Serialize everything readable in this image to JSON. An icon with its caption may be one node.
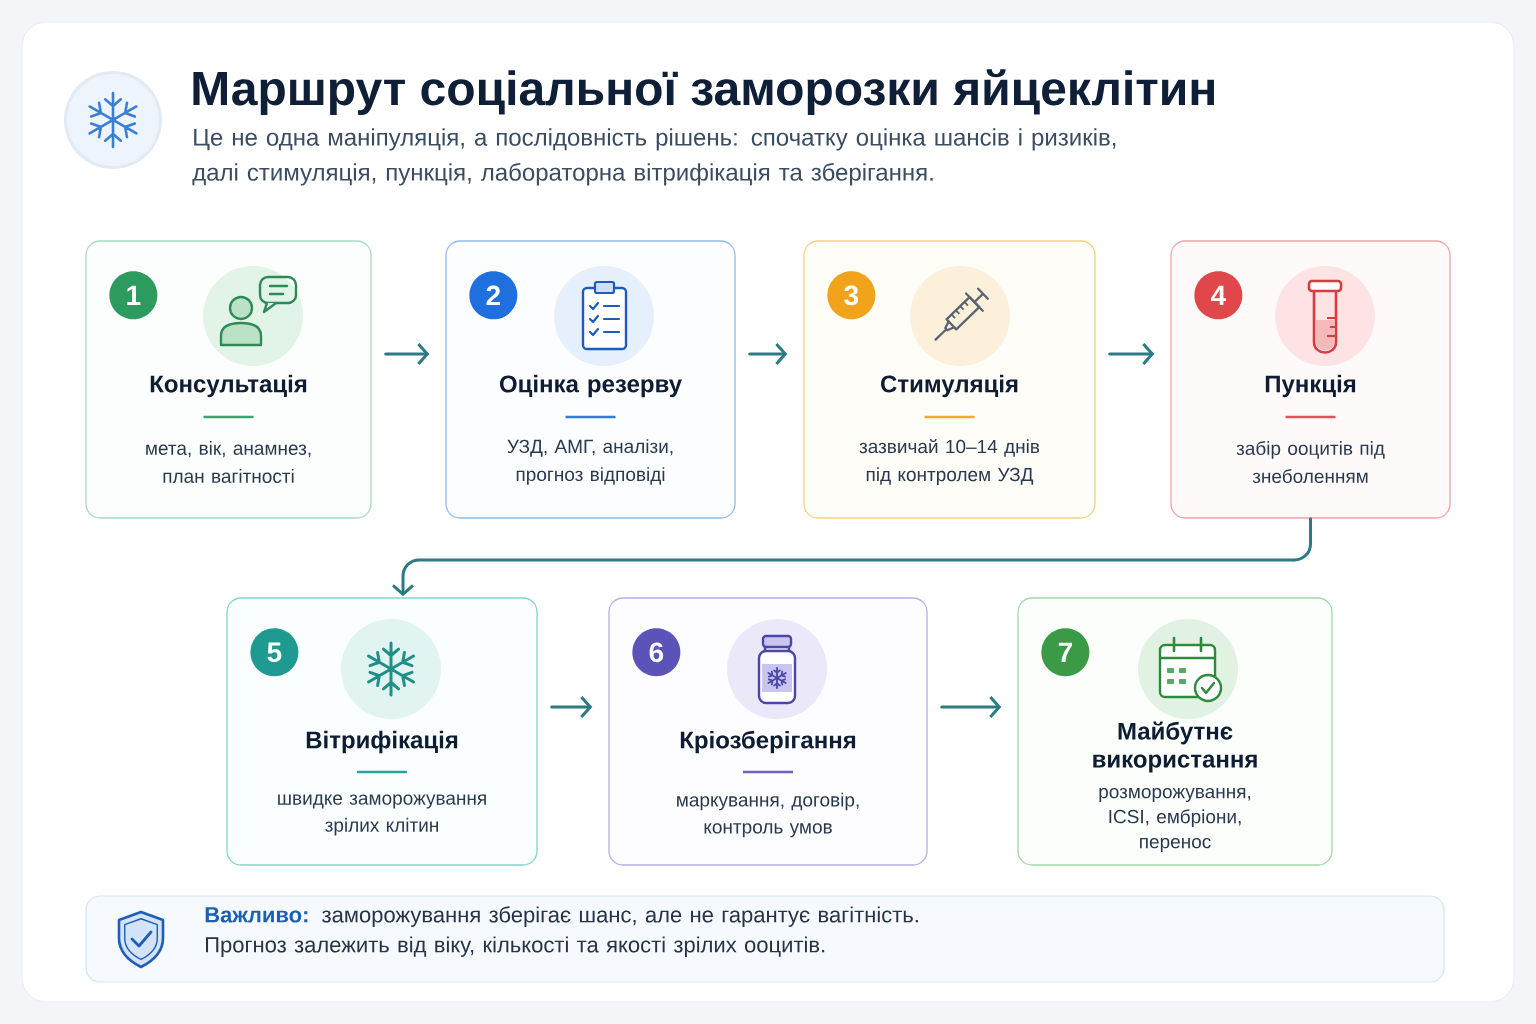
{
  "diagram": {
    "title": "Маршрут соціальної заморозки яйцеклітин",
    "nodes": [
      {
        "text": [
          "Консультація",
          "мета, вік, анамнез, план вагітності"
        ]
      },
      {
        "text": [
          "1"
        ],
        "in": 0
      },
      {
        "text": [
          "Оцінка резерву",
          "УЗД, АМГ, аналізи, прогноз відповіді"
        ]
      },
      {
        "text": [
          "2"
        ],
        "in": 2
      },
      {
        "text": [
          "Стимуляція",
          "зазвичай 10–14 днів під контролем УЗД"
        ]
      },
      {
        "text": [
          "3"
        ],
        "in": 4
      },
      {
        "text": [
          "Пункція",
          "забір ооцитів під знеболенням"
        ]
      },
      {
        "text": [
          "4"
        ],
        "in": 6
      },
      {
        "text": [
          "Вітрифікація",
          "швидке заморожування зрілих клітин"
        ]
      },
      {
        "text": [
          "5"
        ],
        "in": 8
      },
      {
        "text": [
          "Кріозберігання",
          "маркування, договір, контроль умов"
        ]
      },
      {
        "text": [
          "6"
        ],
        "in": 10
      },
      {
        "text": [
          "Майбутнє використання",
          "розморожування, ICSI, ембріони, перенос"
        ]
      },
      {
        "text": [
          "7"
        ],
        "in": 12
      },
      {
        "text": [
          "Важливо:",
          "заморожування зберігає шанс, але не гарантує вагітність. Прогноз залежить від віку, кількості та якості зрілих ооцитів."
        ]
      }
    ],
    "edges": [
      {
        "from": 0,
        "to": 2,
        "arrow": "to"
      },
      {
        "from": 2,
        "to": 4,
        "arrow": "to"
      },
      {
        "from": 4,
        "to": 6,
        "arrow": "to"
      },
      {
        "from": 6,
        "to": 8,
        "arrow": "to"
      },
      {
        "from": 8,
        "to": 10,
        "arrow": "to"
      },
      {
        "from": 10,
        "to": 12,
        "arrow": "to"
      }
    ],
    "labels": [
      "Це не одна маніпуляція, а послідовність рішень: спочатку оцінка шансів і ризиків, далі стимуляція, пункція, лабораторна вітрифікація та зберігання."
    ]
  }
}
